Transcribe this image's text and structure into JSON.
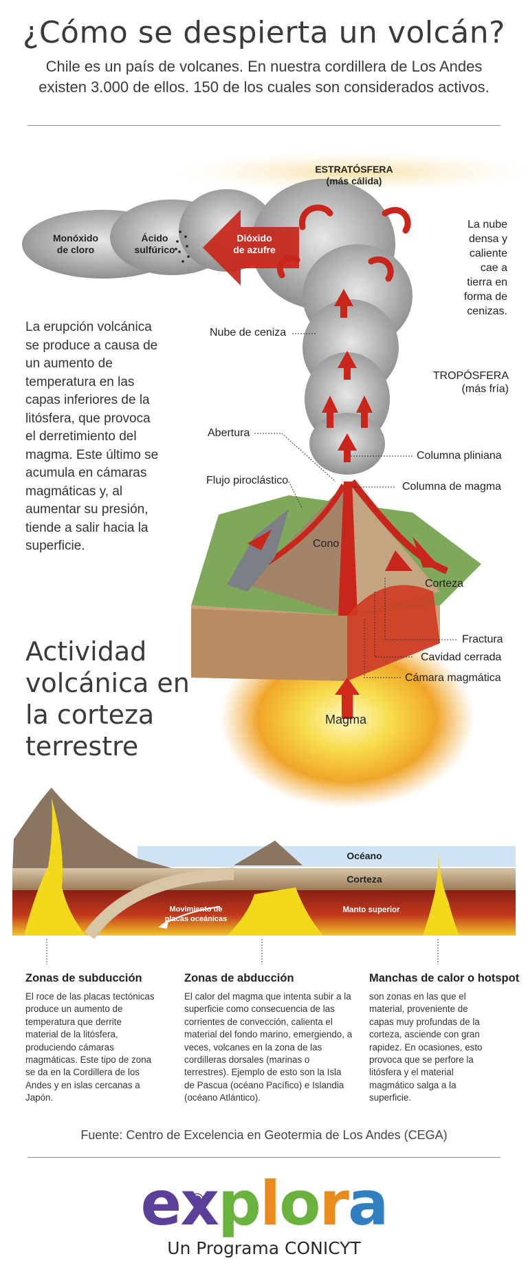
{
  "title": "¿Cómo se despierta un volcán?",
  "intro": "Chile es un país de volcanes. En nuestra cordillera de Los Andes existen 3.000 de ellos. 150 de los cuales son considerados activos.",
  "diagram": {
    "stratosphere": "ESTRATÓSFERA",
    "stratosphere_note": "(más cálida)",
    "gas_1a": "Monóxido",
    "gas_1b": "de cloro",
    "gas_2a": "Ácido",
    "gas_2b": "sulfúrico",
    "gas_3a": "Dióxido",
    "gas_3b": "de azufre",
    "cloud_note": "La nube densa y caliente cae a tierra en forma de cenizas.",
    "ash_cloud": "Nube de ceniza",
    "troposphere": "TROPÓSFERA",
    "troposphere_note": "(más fría)",
    "opening": "Abertura",
    "plinian": "Columna pliniana",
    "pyroclastic": "Flujo piroclástico",
    "magma_column": "Columna de magma",
    "cone": "Cono",
    "crust": "Corteza",
    "fracture": "Fractura",
    "closed_cavity": "Cavidad cerrada",
    "chamber": "Cámara magmática",
    "magma": "Magma"
  },
  "explanation": "La erupción volcánica se produce a causa de un aumento de temperatura en las capas inferiores de la litósfera, que provoca el derretimiento del magma. Este último se acumula en cámaras magmáticas y, al aumentar su presión, tiende a salir hacia la superficie.",
  "section_title": "Actividad volcánica en la corteza terrestre",
  "cross_section": {
    "ocean": "Océano",
    "crust": "Corteza",
    "mantle": "Manto superior",
    "plates_a": "Movimiento de",
    "plates_b": "placas oceánicas"
  },
  "zones": [
    {
      "heading": "Zonas de subducción",
      "text": "El roce de las placas tectónicas produce un aumento de temperatura que derrite material de la litósfera, produciendo cámaras magmáticas. Este tipo de zona se da en la Cordillera de los Andes y en islas cercanas a Japón."
    },
    {
      "heading": "Zonas de abducción",
      "text": "El calor del magma que intenta subir a la superficie como consecuencia de las corrientes de convección, calienta el material del fondo marino, emergiendo, a veces, volcanes en la zona de las cordilleras dorsales (marinas o terrestres). Ejemplo de esto son la Isla de Pascua (océano Pacífico) e Islandia (océano Atlántico)."
    },
    {
      "heading": "Manchas de calor o hotspot",
      "text": "son zonas en las que el material, proveniente de capas muy profundas de la corteza, asciende con gran rapidez. En ocasiones, esto provoca que se perfore la litósfera y el material magmático salga a la superficie."
    }
  ],
  "source": "Fuente: Centro de Excelencia en Geotermia de Los Andes (CEGA)",
  "logo": {
    "e": "e",
    "x": "x",
    "p": "p",
    "l": "l",
    "o": "o",
    "r": "r",
    "a": "a"
  },
  "tagline": "Un Programa CONICYT",
  "colors": {
    "lava": "#d0281b",
    "magma": "#f3c61b",
    "ocean": "#cfe3f2",
    "logo_purple": "#5b3f98",
    "logo_green": "#6ab23e",
    "logo_orange": "#e98a1f",
    "logo_blue": "#2f7fc1"
  }
}
